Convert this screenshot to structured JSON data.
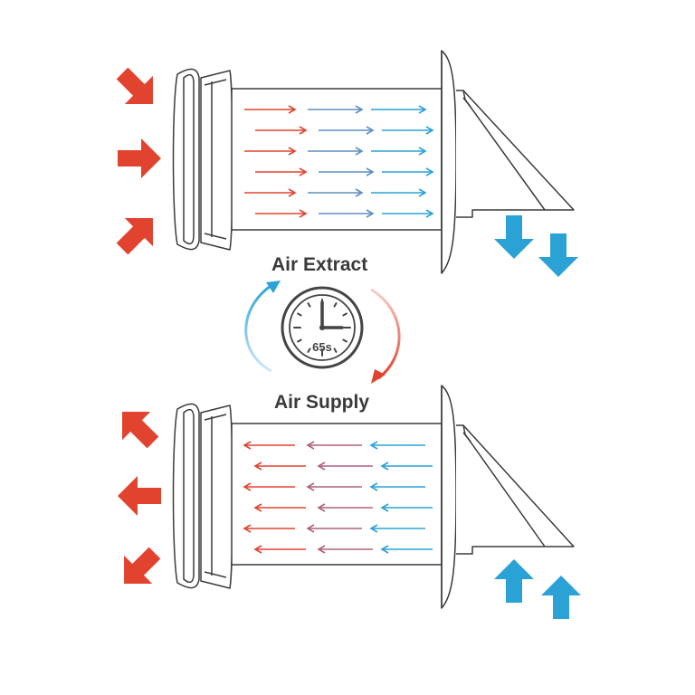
{
  "labels": {
    "extract": "Air Extract",
    "supply": "Air Supply",
    "cycle_time": "65s"
  },
  "colors": {
    "warm": "#e2432f",
    "cool": "#2aa2d6",
    "outline": "#3b3b3b"
  },
  "icons": {
    "timer": "clock-icon",
    "cycle": "cycle-arrows-icon"
  }
}
